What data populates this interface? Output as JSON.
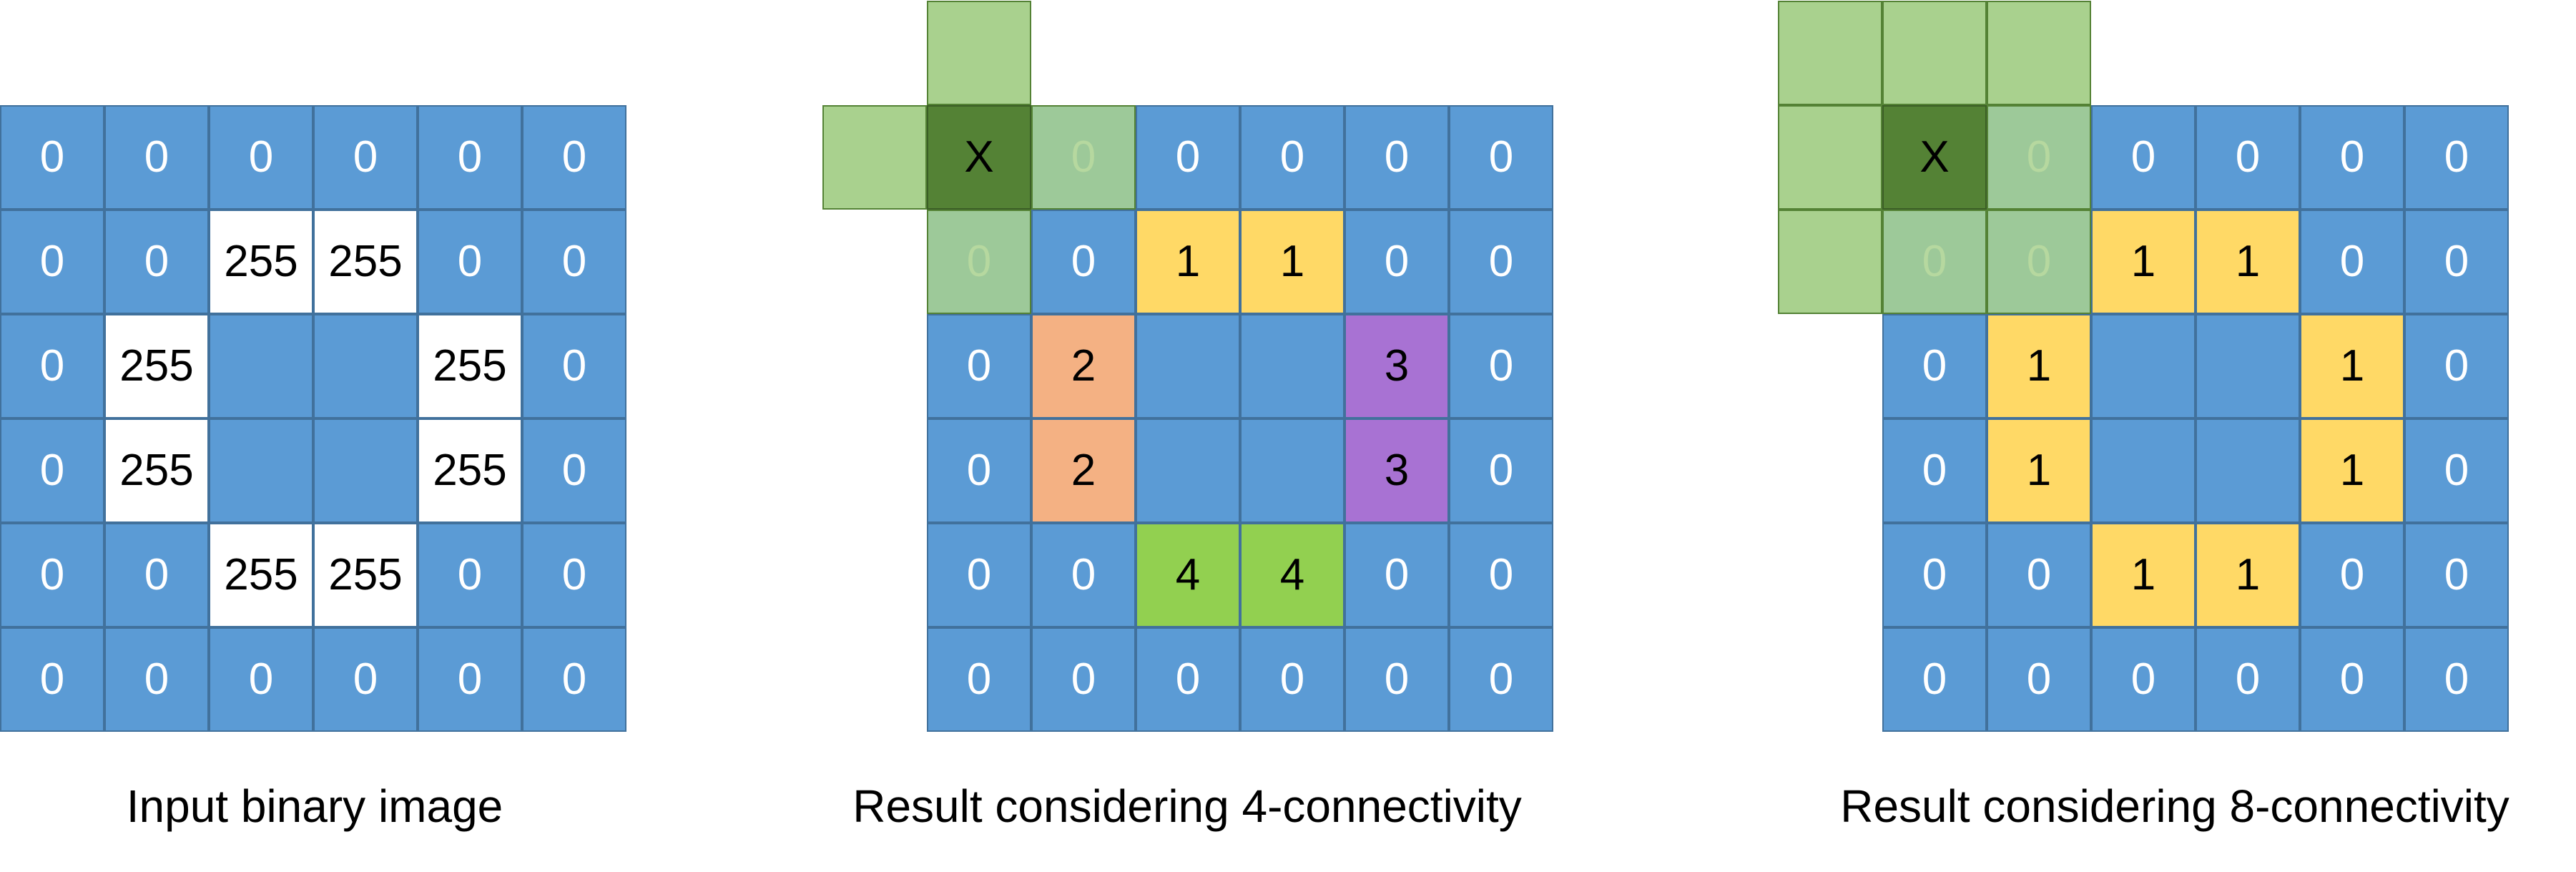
{
  "panels": [
    {
      "caption": "Input binary image",
      "grid": [
        [
          "0",
          "0",
          "0",
          "0",
          "0",
          "0"
        ],
        [
          "0",
          "0",
          "255",
          "255",
          "0",
          "0"
        ],
        [
          "0",
          "255",
          "",
          "",
          "255",
          "0"
        ],
        [
          "0",
          "255",
          "",
          "",
          "255",
          "0"
        ],
        [
          "0",
          "0",
          "255",
          "255",
          "0",
          "0"
        ],
        [
          "0",
          "0",
          "0",
          "0",
          "0",
          "0"
        ]
      ],
      "colors": [
        [
          "b",
          "b",
          "b",
          "b",
          "b",
          "b"
        ],
        [
          "b",
          "b",
          "w",
          "w",
          "b",
          "b"
        ],
        [
          "b",
          "w",
          "b",
          "b",
          "w",
          "b"
        ],
        [
          "b",
          "w",
          "b",
          "b",
          "w",
          "b"
        ],
        [
          "b",
          "b",
          "w",
          "w",
          "b",
          "b"
        ],
        [
          "b",
          "b",
          "b",
          "b",
          "b",
          "b"
        ]
      ]
    },
    {
      "caption": "Result considering 4-connectivity",
      "grid": [
        [
          "X",
          "0",
          "0",
          "0",
          "0",
          "0"
        ],
        [
          "0",
          "0",
          "1",
          "1",
          "0",
          "0"
        ],
        [
          "0",
          "2",
          "",
          "",
          "3",
          "0"
        ],
        [
          "0",
          "2",
          "",
          "",
          "3",
          "0"
        ],
        [
          "0",
          "0",
          "4",
          "4",
          "0",
          "0"
        ],
        [
          "0",
          "0",
          "0",
          "0",
          "0",
          "0"
        ]
      ],
      "colors": [
        [
          "b",
          "b",
          "b",
          "b",
          "b",
          "b"
        ],
        [
          "b",
          "b",
          "y",
          "y",
          "b",
          "b"
        ],
        [
          "b",
          "o",
          "b",
          "b",
          "p",
          "b"
        ],
        [
          "b",
          "o",
          "b",
          "b",
          "p",
          "b"
        ],
        [
          "b",
          "b",
          "g",
          "g",
          "b",
          "b"
        ],
        [
          "b",
          "b",
          "b",
          "b",
          "b",
          "b"
        ]
      ]
    },
    {
      "caption": "Result considering 8-connectivity",
      "grid": [
        [
          "X",
          "0",
          "0",
          "0",
          "0",
          "0"
        ],
        [
          "0",
          "0",
          "1",
          "1",
          "0",
          "0"
        ],
        [
          "0",
          "1",
          "",
          "",
          "1",
          "0"
        ],
        [
          "0",
          "1",
          "",
          "",
          "1",
          "0"
        ],
        [
          "0",
          "0",
          "1",
          "1",
          "0",
          "0"
        ],
        [
          "0",
          "0",
          "0",
          "0",
          "0",
          "0"
        ]
      ],
      "colors": [
        [
          "b",
          "b",
          "b",
          "b",
          "b",
          "b"
        ],
        [
          "b",
          "b",
          "y",
          "y",
          "b",
          "b"
        ],
        [
          "b",
          "y",
          "b",
          "b",
          "y",
          "b"
        ],
        [
          "b",
          "y",
          "b",
          "b",
          "y",
          "b"
        ],
        [
          "b",
          "b",
          "y",
          "y",
          "b",
          "b"
        ],
        [
          "b",
          "b",
          "b",
          "b",
          "b",
          "b"
        ]
      ]
    }
  ],
  "colors": {
    "background_cell": "#5B9BD5",
    "foreground_input": "#FFFFFF",
    "label_1": "#FFD966",
    "label_2": "#F4B183",
    "label_3": "#A872D3",
    "label_4": "#92D050",
    "neighborhood": "#A9D18E",
    "neighborhood_center": "#548235"
  }
}
